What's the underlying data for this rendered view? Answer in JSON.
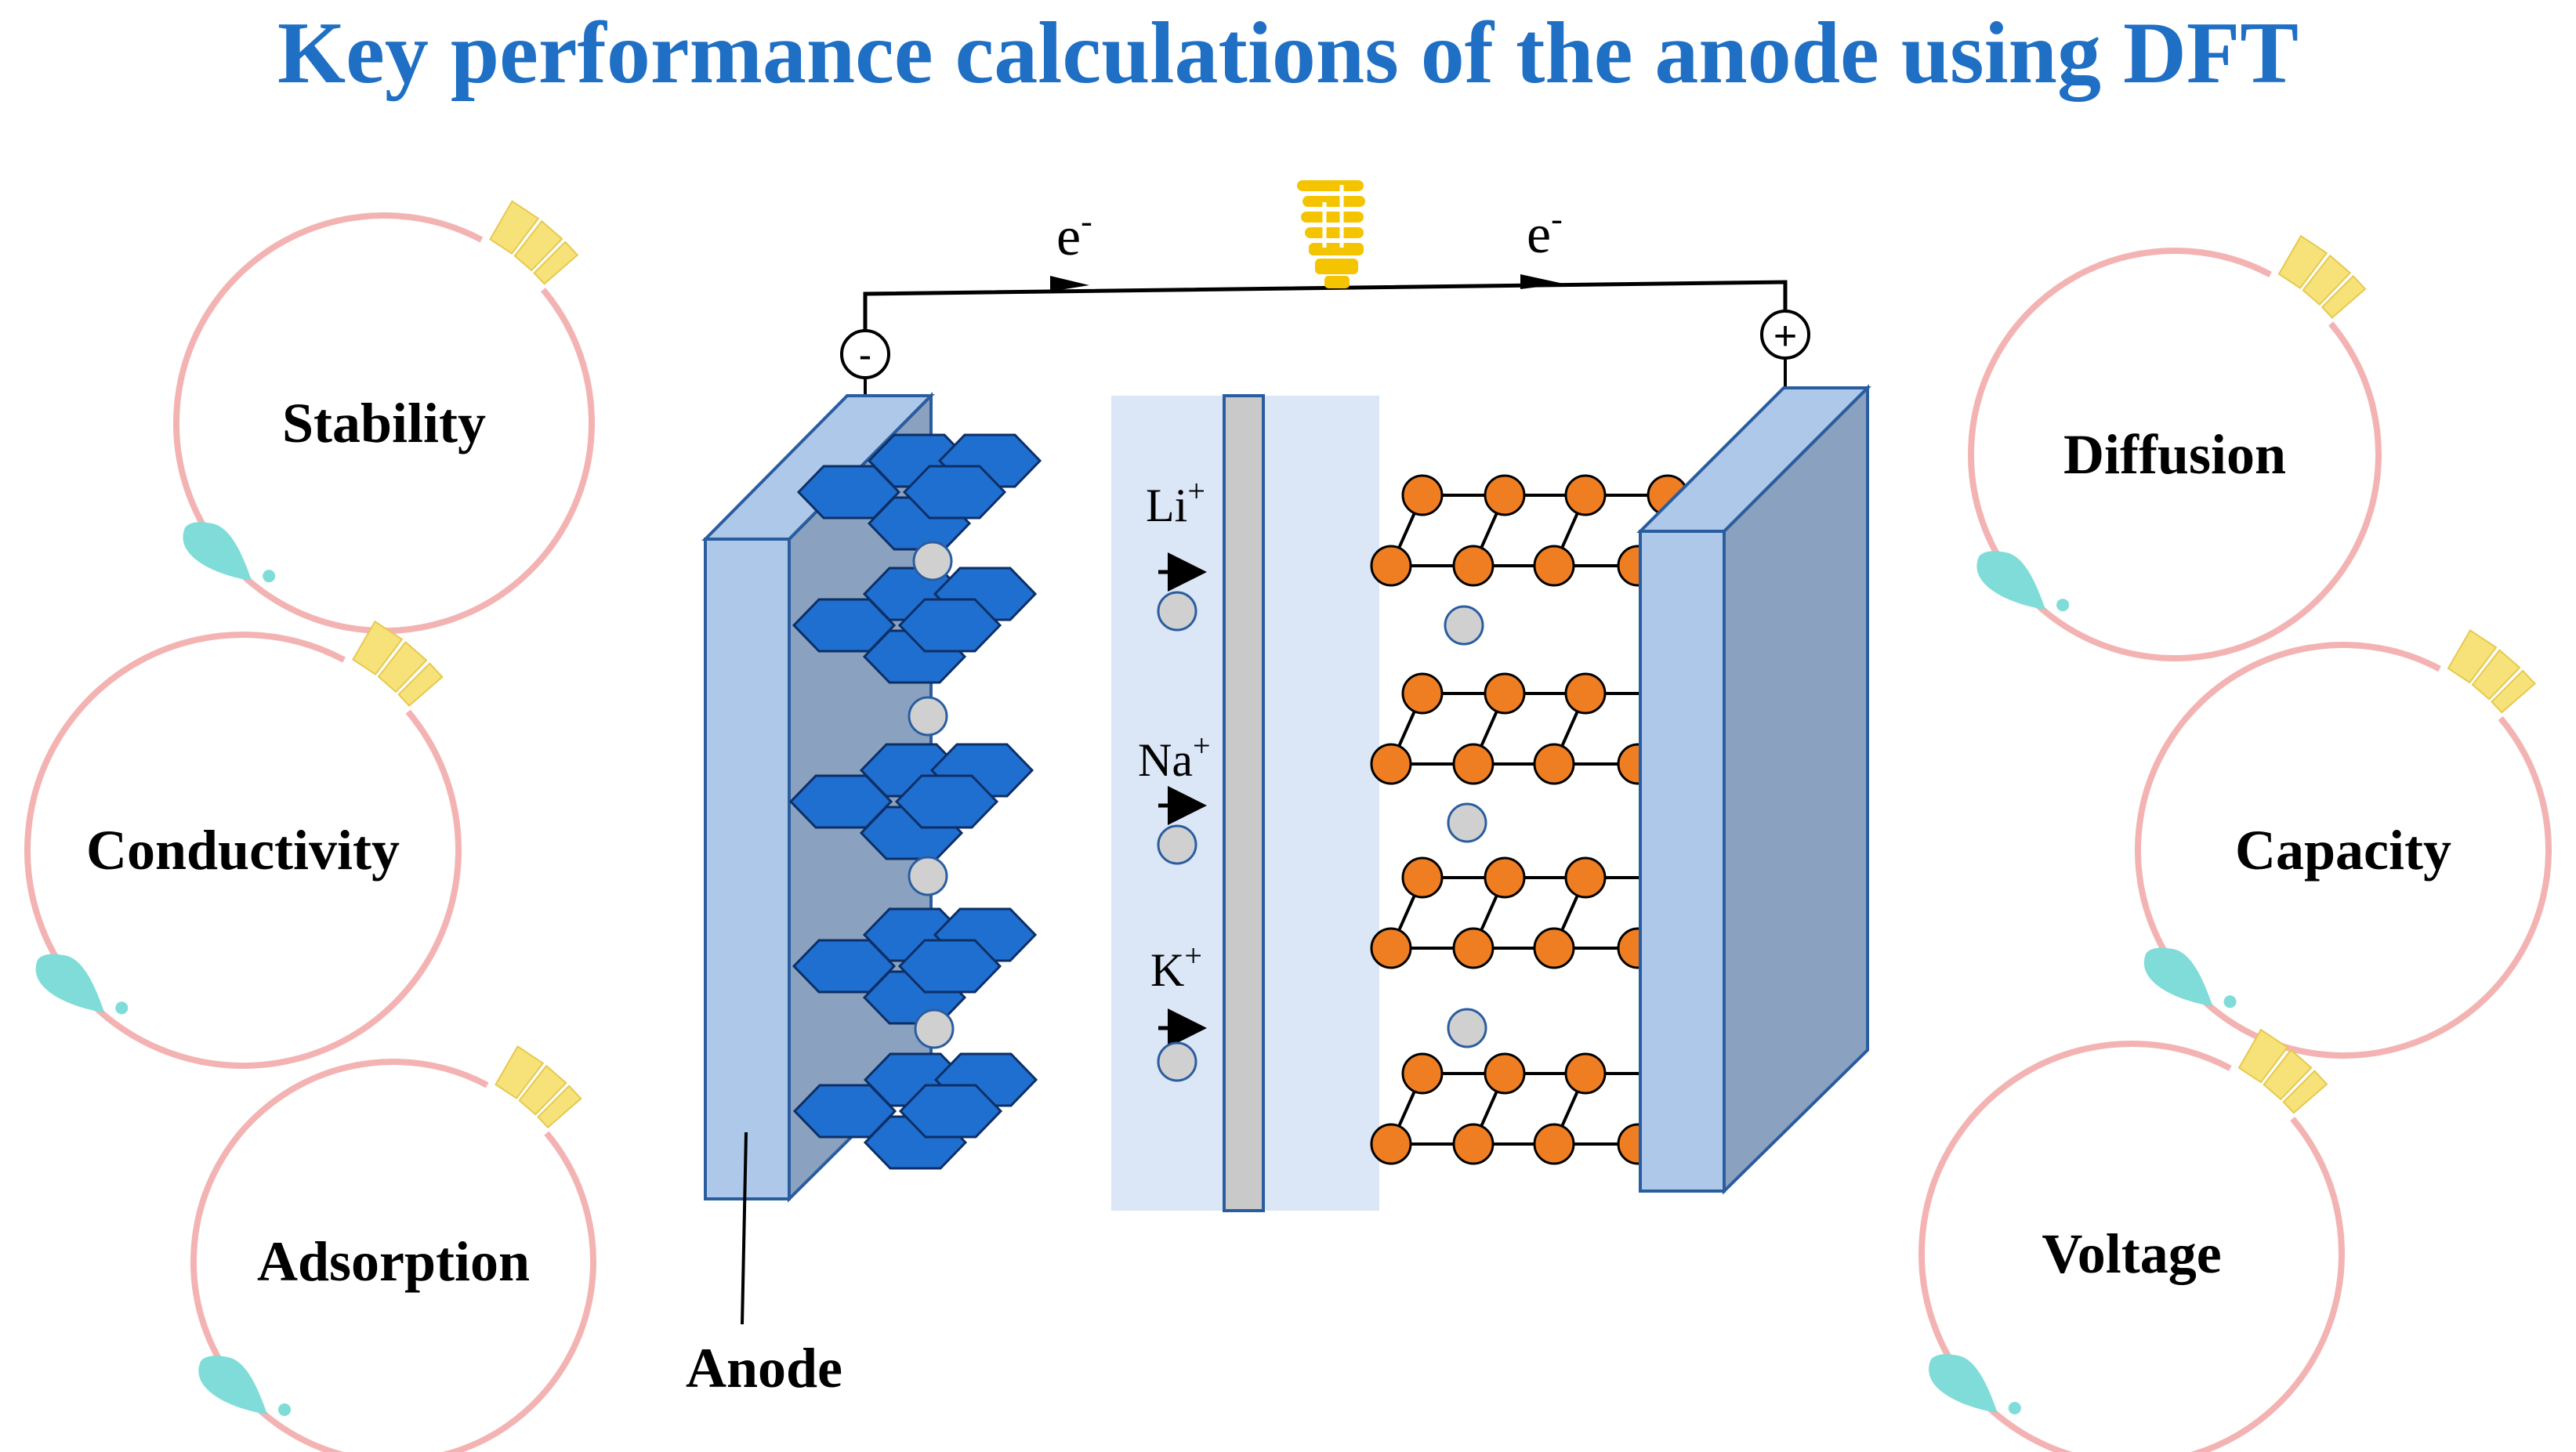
{
  "title": "Key performance calculations of the anode using DFT",
  "properties": {
    "left": [
      "Stability",
      "Conductivity",
      "Adsorption"
    ],
    "right": [
      "Diffusion",
      "Capacity",
      "Voltage"
    ]
  },
  "electron_labels": [
    "e",
    "e"
  ],
  "electron_superscript": "-",
  "terminals": {
    "negative": "-",
    "positive": "+"
  },
  "ions": [
    {
      "base": "Li",
      "charge": "+"
    },
    {
      "base": "Na",
      "charge": "+"
    },
    {
      "base": "K",
      "charge": "+"
    }
  ],
  "anode_label": "Anode",
  "icons": [
    "lightbulb-icon"
  ],
  "colors": {
    "title": "#1f6fc4",
    "ring": "#f4b3b3",
    "ring_accent_yellow": "#f7e27a",
    "ring_accent_teal": "#7fdcd8",
    "electrode_front": "#adc8e8",
    "electrode_side": "#8aa2bf",
    "electrolyte": "#dbe6f6",
    "separator": "#c9c9c9",
    "hexagon": "#1f6fd0",
    "cathode_atom": "#ef7d22",
    "ion": "#d0d0d0",
    "bulb": "#f5c400"
  }
}
